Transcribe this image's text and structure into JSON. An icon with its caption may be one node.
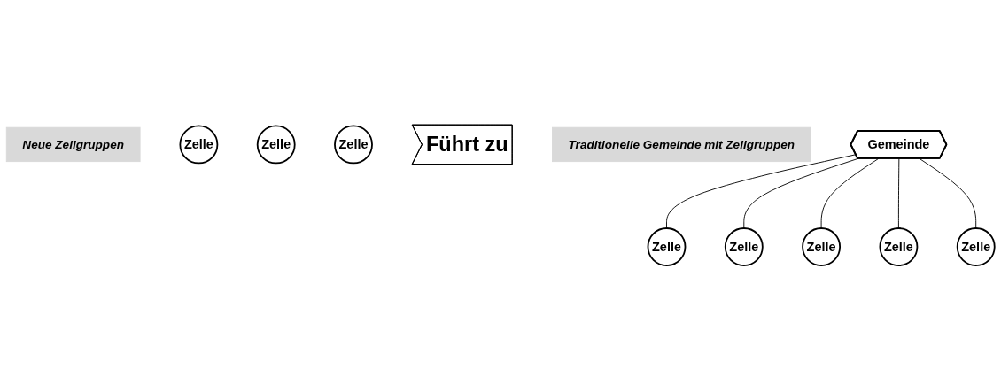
{
  "diagram": {
    "nodes": [
      {
        "text": [
          "Neue Zellgruppen"
        ]
      },
      {
        "text": [
          "Zelle"
        ]
      },
      {
        "text": [
          "Zelle"
        ]
      },
      {
        "text": [
          "Zelle"
        ]
      },
      {
        "text": [
          "Führt zu"
        ]
      },
      {
        "text": [
          "Traditionelle Gemeinde mit Zellgruppen"
        ]
      },
      {
        "text": [
          "Zelle"
        ]
      },
      {
        "text": [
          "Gemeinde"
        ]
      },
      {
        "text": [
          "Zelle"
        ]
      },
      {
        "text": [
          "Zelle"
        ]
      },
      {
        "text": [
          "Zelle"
        ]
      },
      {
        "text": [
          "Zelle"
        ]
      }
    ],
    "edges": [
      {
        "from": 7,
        "to": 6,
        "arrow": "none"
      },
      {
        "from": 7,
        "to": 8,
        "arrow": "none"
      },
      {
        "from": 7,
        "to": 9,
        "arrow": "none"
      },
      {
        "from": 7,
        "to": 10,
        "arrow": "none"
      },
      {
        "from": 7,
        "to": 11,
        "arrow": "none"
      }
    ]
  }
}
